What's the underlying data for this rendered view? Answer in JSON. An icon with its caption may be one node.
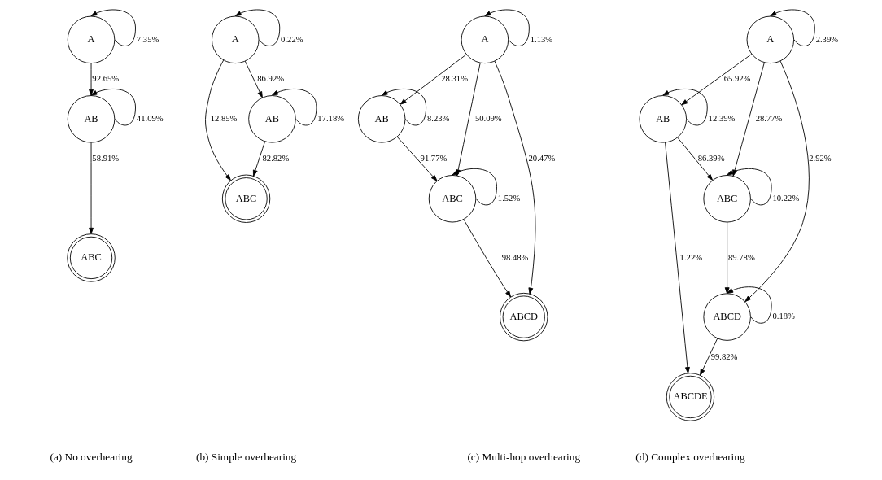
{
  "diagram": {
    "nodes": [
      {
        "text": [
          "A"
        ]
      },
      {
        "text": [
          "AB"
        ]
      },
      {
        "text": [
          "ABC"
        ]
      },
      {
        "text": [
          "A"
        ]
      },
      {
        "text": [
          "AB"
        ]
      },
      {
        "text": [
          "ABC"
        ]
      },
      {
        "text": [
          "A"
        ]
      },
      {
        "text": [
          "AB"
        ]
      },
      {
        "text": [
          "ABC"
        ]
      },
      {
        "text": [
          "ABCD"
        ]
      },
      {
        "text": [
          "A"
        ]
      },
      {
        "text": [
          "AB"
        ]
      },
      {
        "text": [
          "ABC"
        ]
      },
      {
        "text": [
          "ABCD"
        ]
      },
      {
        "text": [
          "ABCDE"
        ]
      }
    ],
    "edges": [
      {
        "from": 0,
        "to": 0,
        "arrow": "to",
        "label": "7.35%"
      },
      {
        "from": 0,
        "to": 1,
        "arrow": "to",
        "label": "92.65%"
      },
      {
        "from": 1,
        "to": 1,
        "arrow": "to",
        "label": "41.09%"
      },
      {
        "from": 1,
        "to": 2,
        "arrow": "to",
        "label": "58.91%"
      },
      {
        "from": 3,
        "to": 3,
        "arrow": "to",
        "label": "0.22%"
      },
      {
        "from": 3,
        "to": 4,
        "arrow": "to",
        "label": "86.92%"
      },
      {
        "from": 3,
        "to": 5,
        "arrow": "to",
        "label": "12.85%"
      },
      {
        "from": 4,
        "to": 4,
        "arrow": "to",
        "label": "17.18%"
      },
      {
        "from": 4,
        "to": 5,
        "arrow": "to",
        "label": "82.82%"
      },
      {
        "from": 6,
        "to": 6,
        "arrow": "to",
        "label": "1.13%"
      },
      {
        "from": 6,
        "to": 7,
        "arrow": "to",
        "label": "28.31%"
      },
      {
        "from": 6,
        "to": 8,
        "arrow": "to",
        "label": "50.09%"
      },
      {
        "from": 6,
        "to": 9,
        "arrow": "to",
        "label": "20.47%"
      },
      {
        "from": 7,
        "to": 7,
        "arrow": "to",
        "label": "8.23%"
      },
      {
        "from": 7,
        "to": 8,
        "arrow": "to",
        "label": "91.77%"
      },
      {
        "from": 8,
        "to": 8,
        "arrow": "to",
        "label": "1.52%"
      },
      {
        "from": 8,
        "to": 9,
        "arrow": "to",
        "label": "98.48%"
      },
      {
        "from": 10,
        "to": 10,
        "arrow": "to",
        "label": "2.39%"
      },
      {
        "from": 10,
        "to": 11,
        "arrow": "to",
        "label": "65.92%"
      },
      {
        "from": 10,
        "to": 12,
        "arrow": "to",
        "label": "28.77%"
      },
      {
        "from": 10,
        "to": 13,
        "arrow": "to",
        "label": "2.92%"
      },
      {
        "from": 11,
        "to": 11,
        "arrow": "to",
        "label": "12.39%"
      },
      {
        "from": 11,
        "to": 12,
        "arrow": "to",
        "label": "86.39%"
      },
      {
        "from": 11,
        "to": 14,
        "arrow": "to",
        "label": "1.22%"
      },
      {
        "from": 12,
        "to": 12,
        "arrow": "to",
        "label": "10.22%"
      },
      {
        "from": 12,
        "to": 13,
        "arrow": "to",
        "label": "89.78%"
      },
      {
        "from": 13,
        "to": 13,
        "arrow": "to",
        "label": "0.18%"
      },
      {
        "from": 13,
        "to": 14,
        "arrow": "to",
        "label": "99.82%"
      }
    ],
    "labels": [
      "(a) No overhearing",
      "(b) Simple overhearing",
      "(c) Multi-hop overhearing",
      "(d) Complex overhearing"
    ]
  }
}
